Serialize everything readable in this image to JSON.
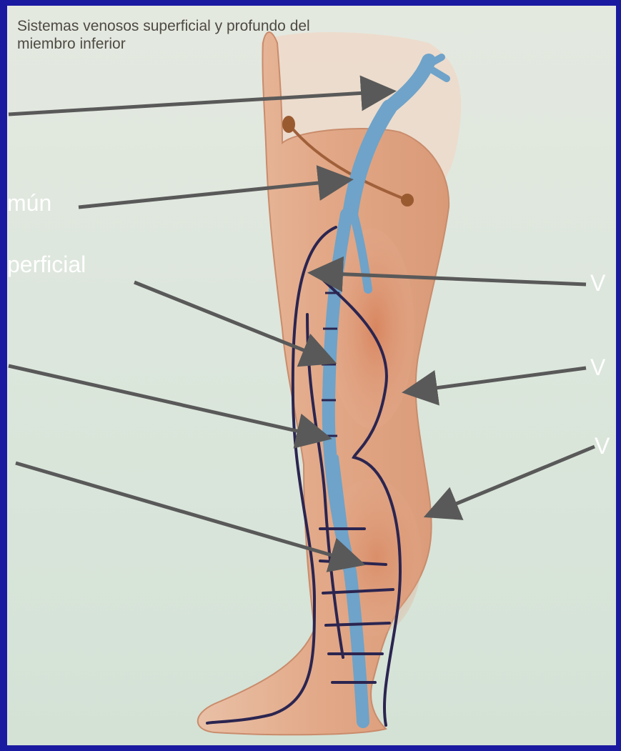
{
  "figure": {
    "title_line1": "Sistemas venosos superficial y profundo del",
    "title_line2": "miembro inferior"
  },
  "callouts": {
    "left_2": "mún",
    "left_3": "perficial",
    "right_1": "V",
    "right_2": "V",
    "right_3": "V"
  },
  "colors": {
    "frame": "#1a1aa0",
    "plate": "#dfe7de",
    "skin": "#e7b79a",
    "muscle": "#d88f6b",
    "deep_vein": "#6fa3c9",
    "superficial_vein": "#2b2550",
    "arrow": "#595959",
    "label_text": "#ffffff"
  }
}
